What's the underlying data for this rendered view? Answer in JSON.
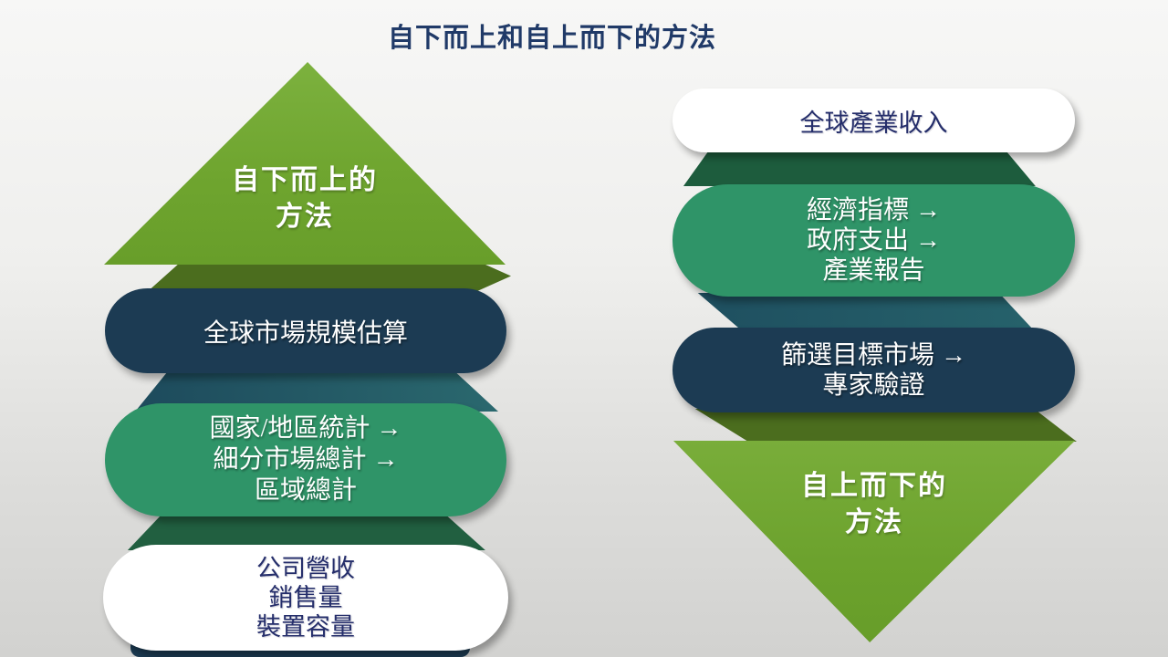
{
  "title": "自下而上和自上而下的方法",
  "colors": {
    "title_text": "#203a68",
    "triangle_green": "#6fa52f",
    "olive_band": "#4b6d1e",
    "teal_band": "#215864",
    "dark_green_band": "#1d5c3d",
    "navy_pill": "#1c3b53",
    "green_pill": "#2f9468",
    "white_pill": "#ffffff",
    "white_pill_text": "#252e6b"
  },
  "left_flow": {
    "name": "bottom-up-method",
    "triangle": {
      "lines": [
        "自下而上的",
        "方法"
      ]
    },
    "steps": [
      {
        "style": "navy",
        "lines": [
          "全球市場規模估算"
        ]
      },
      {
        "style": "green",
        "lines": [
          "國家/地區統計 →",
          "細分市場總計 →",
          "區域總計"
        ]
      },
      {
        "style": "white",
        "lines": [
          "公司營收",
          "銷售量",
          "裝置容量"
        ]
      }
    ]
  },
  "right_flow": {
    "name": "top-down-method",
    "triangle": {
      "lines": [
        "自上而下的",
        "方法"
      ]
    },
    "steps": [
      {
        "style": "white",
        "lines": [
          "全球產業收入"
        ]
      },
      {
        "style": "green",
        "lines": [
          "經濟指標 →",
          "政府支出 →",
          "產業報告"
        ]
      },
      {
        "style": "navy",
        "lines": [
          "篩選目標市場 →",
          "專家驗證"
        ]
      }
    ]
  }
}
